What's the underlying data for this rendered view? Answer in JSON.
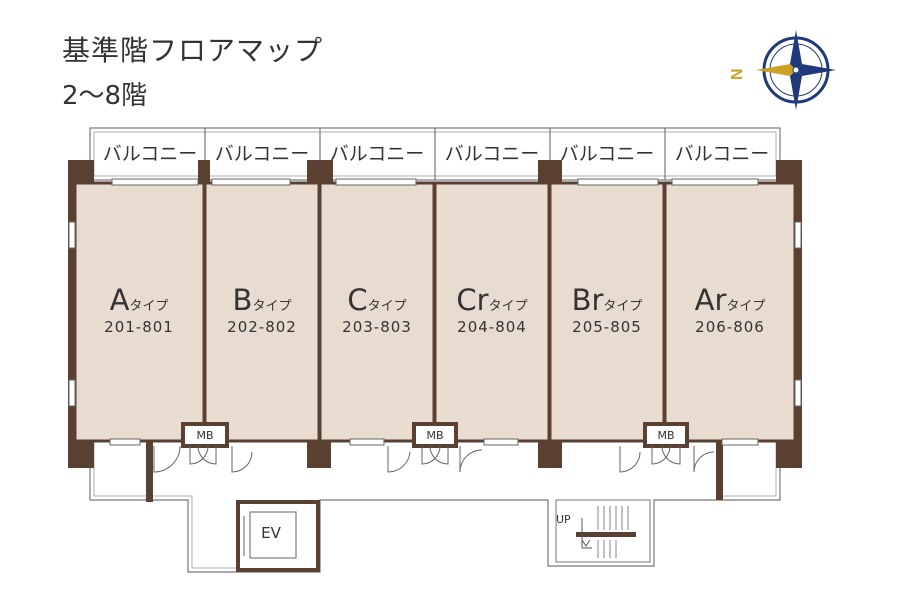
{
  "header": {
    "title": "基準階フロアマップ",
    "subtitle": "2～8階"
  },
  "compass": {
    "label": "N",
    "color": "#1f3a7a",
    "accent": "#c9a227"
  },
  "balconies": [
    "バルコニー",
    "バルコニー",
    "バルコニー",
    "バルコニー",
    "バルコニー",
    "バルコニー"
  ],
  "units": [
    {
      "type_main": "A",
      "type_suffix": "タイプ",
      "numbers": "201-801"
    },
    {
      "type_main": "B",
      "type_suffix": "タイプ",
      "numbers": "202-802"
    },
    {
      "type_main": "C",
      "type_suffix": "タイプ",
      "numbers": "203-803"
    },
    {
      "type_main": "Cr",
      "type_suffix": "タイプ",
      "numbers": "204-804"
    },
    {
      "type_main": "Br",
      "type_suffix": "タイプ",
      "numbers": "205-805"
    },
    {
      "type_main": "Ar",
      "type_suffix": "タイプ",
      "numbers": "206-806"
    }
  ],
  "meter_boxes": [
    "MB",
    "MB",
    "MB"
  ],
  "elevator": "EV",
  "stairs": "UP",
  "colors": {
    "unit_fill": "#e8dcd0",
    "wall": "#5a4030",
    "line": "#555555"
  }
}
